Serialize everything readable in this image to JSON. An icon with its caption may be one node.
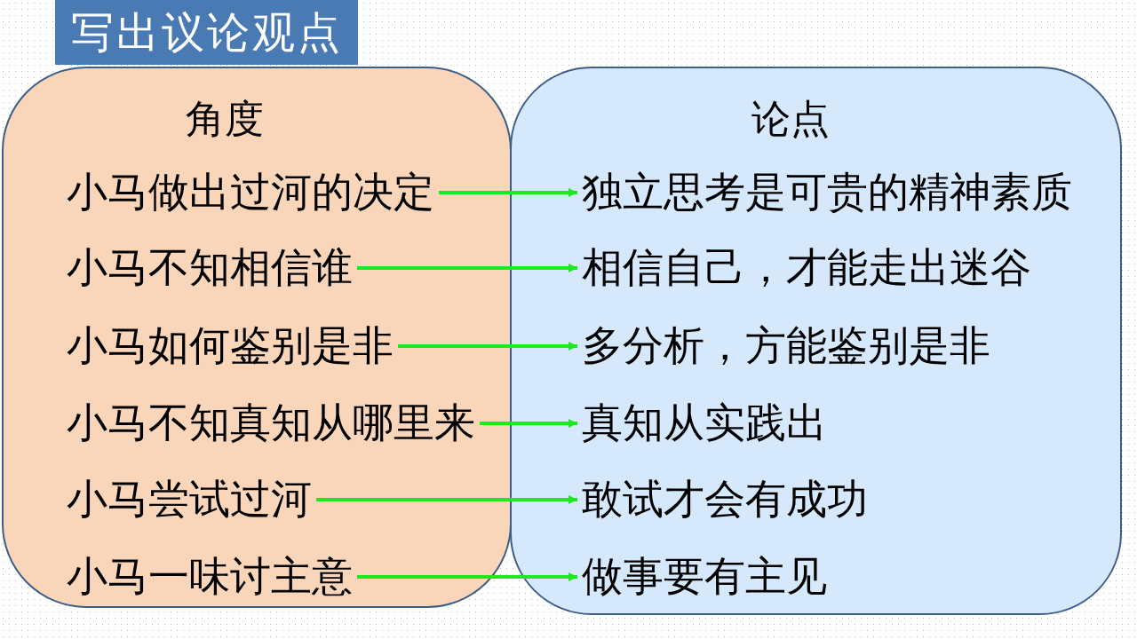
{
  "diagram": {
    "title": "写出议论观点",
    "nodes": [
      {
        "text": [
          "角度"
        ]
      },
      {
        "text": [
          "小马做出过河的决定"
        ],
        "in": 0
      },
      {
        "text": [
          "小马不知相信谁"
        ],
        "in": 0
      },
      {
        "text": [
          "小马如何鉴别是非"
        ],
        "in": 0
      },
      {
        "text": [
          "小马不知真知从哪里来"
        ],
        "in": 0
      },
      {
        "text": [
          "小马尝试过河"
        ],
        "in": 0
      },
      {
        "text": [
          "小马一味讨主意"
        ],
        "in": 0
      },
      {
        "text": [
          "论点"
        ]
      },
      {
        "text": [
          "独立思考是可贵的精神素质"
        ],
        "in": 7
      },
      {
        "text": [
          "相信自己，才能走出迷谷"
        ],
        "in": 7
      },
      {
        "text": [
          "多分析，方能鉴别是非"
        ],
        "in": 7
      },
      {
        "text": [
          "真知从实践出"
        ],
        "in": 7
      },
      {
        "text": [
          "敢试才会有成功"
        ],
        "in": 7
      },
      {
        "text": [
          "做事要有主见"
        ],
        "in": 7
      }
    ],
    "edges": [
      {
        "from": 1,
        "to": 8,
        "arrow": "to"
      },
      {
        "from": 2,
        "to": 9,
        "arrow": "to"
      },
      {
        "from": 3,
        "to": 10,
        "arrow": "to"
      },
      {
        "from": 4,
        "to": 11,
        "arrow": "to"
      },
      {
        "from": 5,
        "to": 12,
        "arrow": "to"
      },
      {
        "from": 6,
        "to": 13,
        "arrow": "to"
      }
    ]
  }
}
